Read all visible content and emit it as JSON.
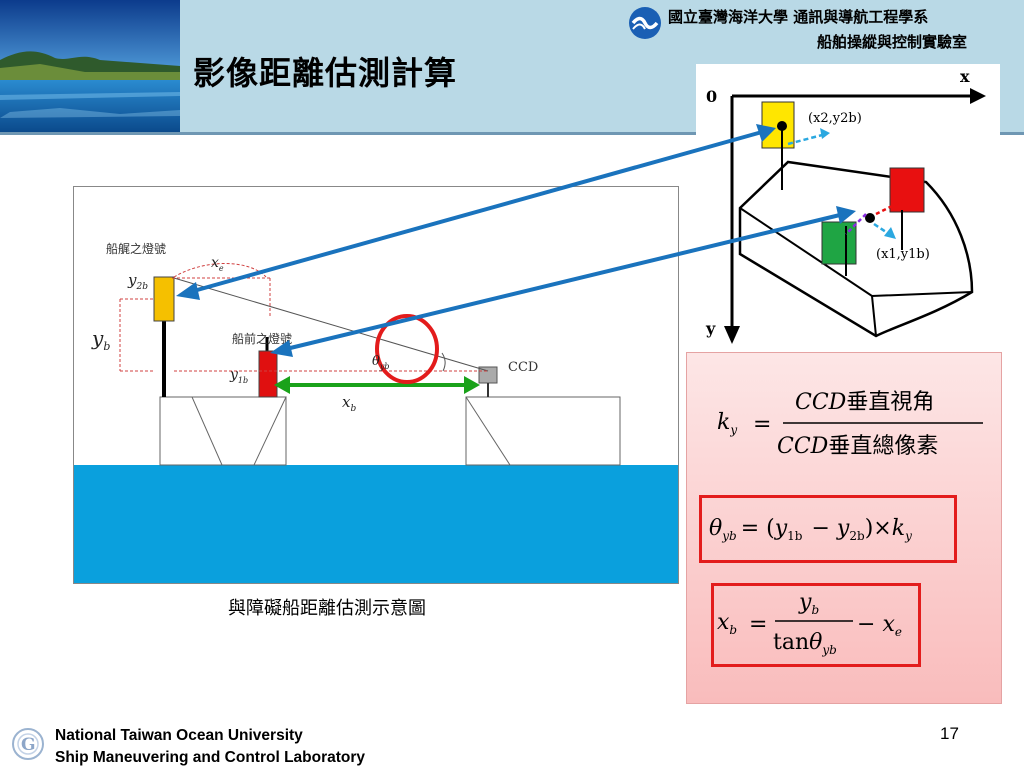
{
  "header": {
    "title": "影像距離估測計算",
    "university": "國立臺灣海洋大學 通訊與導航工程學系",
    "lab": "船舶操縱與控制實驗室"
  },
  "left_diagram": {
    "label_boat_light": "船艉之燈號",
    "label_bow_light": "船前之燈號",
    "label_ccd": "CCD",
    "label_xe": "x",
    "label_xe_sub": "e",
    "label_y2b": "y",
    "label_y2b_sub": "2b",
    "label_yb": "y",
    "label_yb_sub": "b",
    "label_y1b": "y",
    "label_y1b_sub": "1b",
    "label_theta": "θ",
    "label_theta_sub": "yb",
    "label_xb": "x",
    "label_xb_sub": "b",
    "caption": "與障礙船距離估測示意圖"
  },
  "right_diagram": {
    "origin": "0",
    "axis_x": "x",
    "axis_y": "y",
    "point_top": "(x2,y2b)",
    "point_bottom": "(x1,y1b)"
  },
  "formulas": {
    "ky_lhs": "k",
    "ky_lhs_sub": "y",
    "ky_num_ccd": "CCD",
    "ky_num_text": "垂直視角",
    "ky_den_ccd": "CCD",
    "ky_den_text": "垂直總像素",
    "theta_lhs": "θ",
    "theta_lhs_sub": "yb",
    "theta_rhs_y1": "y",
    "theta_rhs_y1_sub": "1b",
    "theta_rhs_y2": "y",
    "theta_rhs_y2_sub": "2b",
    "theta_rhs_k": "k",
    "theta_rhs_k_sub": "y",
    "xb_lhs": "x",
    "xb_lhs_sub": "b",
    "xb_num": "y",
    "xb_num_sub": "b",
    "xb_den_tan": "tan",
    "xb_den_theta": "θ",
    "xb_den_theta_sub": "yb",
    "xb_minus": "x",
    "xb_minus_sub": "e"
  },
  "footer": {
    "line1": "National Taiwan Ocean University",
    "line2": "Ship Maneuvering and Control Laboratory",
    "page_number": "17"
  }
}
